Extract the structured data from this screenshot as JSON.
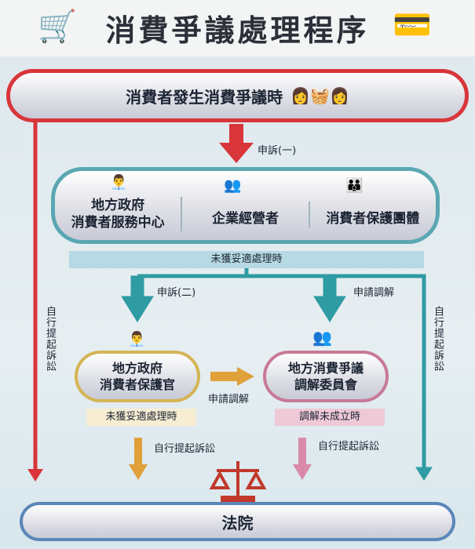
{
  "title": "消費爭議處理程序",
  "start": "消費者發生消費爭議時",
  "complaint_1": "申訴(一)",
  "agencies": [
    {
      "line1": "地方政府",
      "line2": "消費者服務中心"
    },
    {
      "line1": "企業經營者",
      "line2": ""
    },
    {
      "line1": "消費者保護團體",
      "line2": ""
    }
  ],
  "not_resolved": "未獲妥適處理時",
  "complaint_2": "申訴(二)",
  "apply_mediation": "申請調解",
  "self_litigation": "自行提起訴訟",
  "officer": {
    "line1": "地方政府",
    "line2": "消費者保護官"
  },
  "committee": {
    "line1": "地方消費爭議",
    "line2": "調解委員會"
  },
  "apply_mediation_2": "申請調解",
  "officer_fail": "未獲妥適處理時",
  "mediation_fail": "調解未成立時",
  "self_litigation_a": "自行提起訴訟",
  "self_litigation_b": "自行提起訴訟",
  "court": "法院",
  "colors": {
    "red": "#d8363a",
    "teal": "#2f9ba3",
    "orange": "#e0a03a",
    "pink": "#d98aa8",
    "blue": "#5b87b8"
  }
}
